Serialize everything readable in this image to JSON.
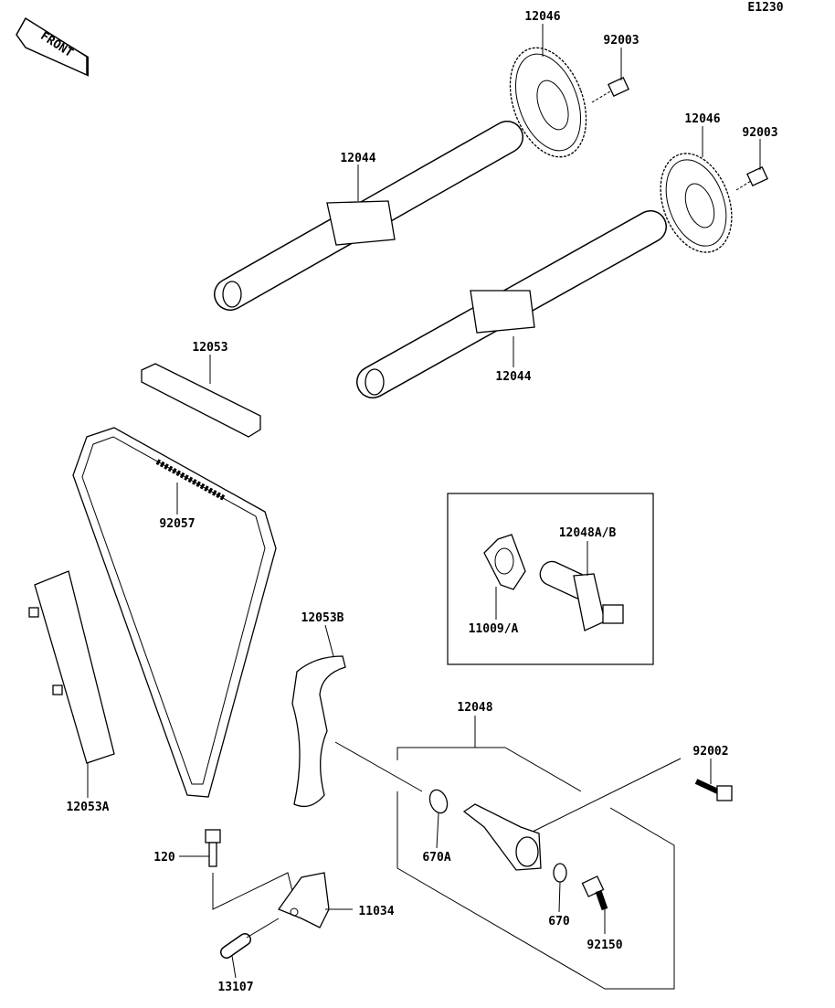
{
  "diagram_code": "E1230",
  "front_arrow_label": "FRONT",
  "parts": {
    "sprocket_upper": "12046",
    "bolt_upper": "92003",
    "sprocket_lower": "12046",
    "bolt_lower": "92003",
    "camshaft_upper": "12044",
    "camshaft_lower": "12044",
    "guide_top": "12053",
    "chain": "92057",
    "tensioner_ab": "12048A/B",
    "gasket_a": "11009/A",
    "guide_b": "12053B",
    "tensioner": "12048",
    "bolt_tensioner": "92002",
    "guide_a": "12053A",
    "oring_670a": "670A",
    "bolt_120": "120",
    "oring_670": "670",
    "bracket": "11034",
    "bolt_92150": "92150",
    "pin": "13107"
  }
}
